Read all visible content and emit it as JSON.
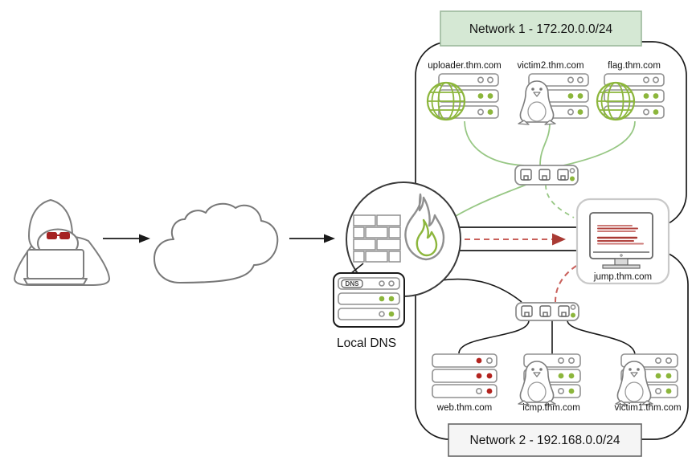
{
  "diagram_title": "attack path network topology",
  "network1": {
    "title": "Network 1 - 172.20.0.0/24",
    "hosts": [
      {
        "label": "uploader.thm.com",
        "icon": "globe",
        "leds": "green"
      },
      {
        "label": "victim2.thm.com",
        "icon": "linux-tux",
        "leds": "green"
      },
      {
        "label": "flag.thm.com",
        "icon": "globe",
        "leds": "green"
      }
    ]
  },
  "network2": {
    "title": "Network 2 - 192.168.0.0/24",
    "hosts": [
      {
        "label": "web.thm.com",
        "icon": "server",
        "leds": "red"
      },
      {
        "label": "icmp.thm.com",
        "icon": "linux-tux",
        "leds": "green"
      },
      {
        "label": "victim1.thm.com",
        "icon": "linux-tux",
        "leds": "green"
      }
    ]
  },
  "jump": {
    "label": "jump.thm.com"
  },
  "dns": {
    "label": "Local DNS",
    "badge": "DNS"
  },
  "colors": {
    "green_icon": "#8CB63C",
    "green_line": "#97C784",
    "red_dot": "#B3241F",
    "red_line": "#C9605B",
    "red_arrowhead": "#A93A34",
    "network1_fill": "#D5E8D4",
    "network1_stroke": "#9CB89C",
    "network2_fill": "#F5F5F5",
    "network2_stroke": "#666666"
  }
}
